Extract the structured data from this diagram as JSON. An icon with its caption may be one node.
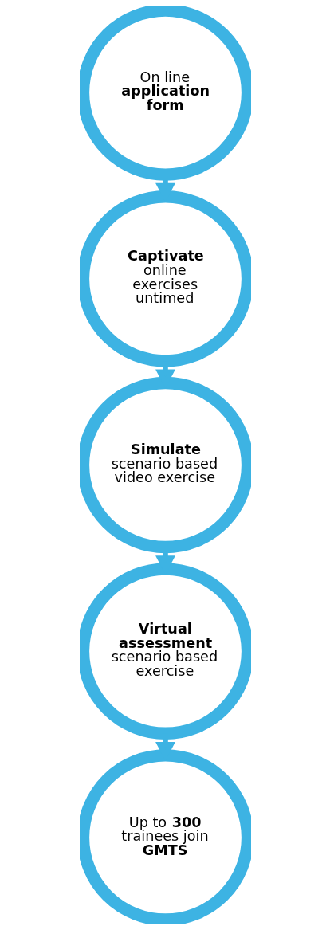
{
  "diagram": {
    "nodes": [
      {
        "text": [
          "On line **application form**"
        ]
      },
      {
        "text": [
          "Captivate",
          "online exercises untimed"
        ]
      },
      {
        "text": [
          "Simulate",
          "scenario based video exercise"
        ]
      },
      {
        "text": [
          "Virtual assessment",
          "scenario based exercise"
        ]
      },
      {
        "text": [
          "Up to **300** trainees join **GMTS**"
        ]
      }
    ],
    "edges": [
      {
        "from": 0,
        "to": 1,
        "arrow": "to"
      },
      {
        "from": 1,
        "to": 2,
        "arrow": "to"
      },
      {
        "from": 2,
        "to": 3,
        "arrow": "to"
      },
      {
        "from": 3,
        "to": 4,
        "arrow": "to"
      }
    ]
  }
}
